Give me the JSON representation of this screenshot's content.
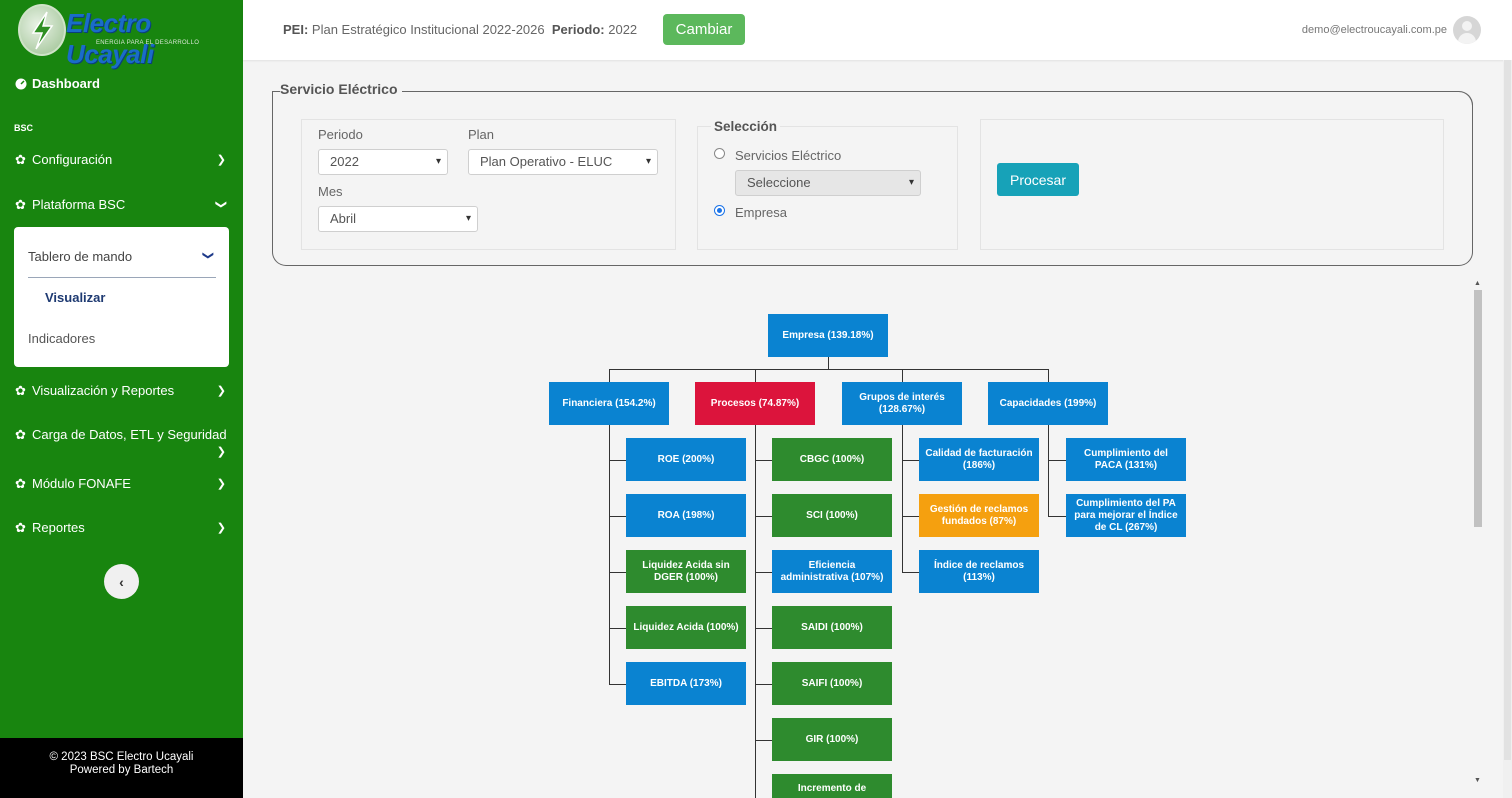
{
  "brand": {
    "name": "Electro Ucayali",
    "tagline": "ENERGIA PARA EL DESARROLLO",
    "primary_color": "#18850f"
  },
  "sidebar": {
    "dashboard": "Dashboard",
    "section": "BSC",
    "items": [
      {
        "label": "Configuración",
        "icon": "gear-icon"
      },
      {
        "label": "Plataforma BSC",
        "icon": "gear-icon"
      },
      {
        "label": "Visualización y Reportes",
        "icon": "gear-icon"
      },
      {
        "label": "Carga de Datos, ETL y Seguridad",
        "icon": "gear-icon"
      },
      {
        "label": "Módulo FONAFE",
        "icon": "gear-icon"
      },
      {
        "label": "Reportes",
        "icon": "gear-icon"
      }
    ],
    "submenu": {
      "title": "Tablero de mando",
      "active": "Visualizar",
      "other": "Indicadores"
    },
    "collapse": "‹",
    "footer_line1": "© 2023 BSC Electro Ucayali",
    "footer_line2": "Powered by Bartech"
  },
  "topbar": {
    "pei_label": "PEI:",
    "pei_value": "Plan Estratégico Institucional 2022-2026",
    "periodo_label": "Periodo:",
    "periodo_value": "2022",
    "cambiar": "Cambiar",
    "email": "demo@electroucayali.com.pe"
  },
  "filters": {
    "title": "Servicio Eléctrico",
    "periodo_label": "Periodo",
    "periodo_value": "2022",
    "plan_label": "Plan",
    "plan_value": "Plan Operativo - ELUC",
    "mes_label": "Mes",
    "mes_value": "Abril",
    "seleccion_label": "Selección",
    "opt_servicios": "Servicios Eléctrico",
    "servicios_placeholder": "Seleccione",
    "opt_empresa": "Empresa",
    "selected": "Empresa",
    "procesar": "Procesar"
  },
  "colors": {
    "blue": "#0a83d1",
    "red": "#dc143c",
    "green": "#2e8b2e",
    "orange": "#f5a00f"
  },
  "tree": {
    "root": {
      "label": "Empresa (139.18%)",
      "status": "blue"
    },
    "perspectives": [
      {
        "label": "Financiera (154.2%)",
        "status": "blue",
        "children": [
          {
            "label": "ROE (200%)",
            "status": "blue"
          },
          {
            "label": "ROA (198%)",
            "status": "blue"
          },
          {
            "label": "Liquidez Acida sin DGER (100%)",
            "status": "green"
          },
          {
            "label": "Liquidez Acida (100%)",
            "status": "green"
          },
          {
            "label": "EBITDA (173%)",
            "status": "blue"
          }
        ]
      },
      {
        "label": "Procesos (74.87%)",
        "status": "red",
        "children": [
          {
            "label": "CBGC (100%)",
            "status": "green"
          },
          {
            "label": "SCI (100%)",
            "status": "green"
          },
          {
            "label": "Eficiencia administrativa (107%)",
            "status": "blue"
          },
          {
            "label": "SAIDI (100%)",
            "status": "green"
          },
          {
            "label": "SAIFI (100%)",
            "status": "green"
          },
          {
            "label": "GIR (100%)",
            "status": "green"
          },
          {
            "label": "Incremento de",
            "status": "green"
          }
        ]
      },
      {
        "label": "Grupos de interés (128.67%)",
        "status": "blue",
        "children": [
          {
            "label": "Calidad de facturación (186%)",
            "status": "blue"
          },
          {
            "label": "Gestión de reclamos fundados (87%)",
            "status": "orange"
          },
          {
            "label": "Índice de reclamos (113%)",
            "status": "blue"
          }
        ]
      },
      {
        "label": "Capacidades (199%)",
        "status": "blue",
        "children": [
          {
            "label": "Cumplimiento del PACA (131%)",
            "status": "blue"
          },
          {
            "label": "Cumplimiento del PA para mejorar el Índice de CL (267%)",
            "status": "blue"
          }
        ]
      }
    ]
  }
}
